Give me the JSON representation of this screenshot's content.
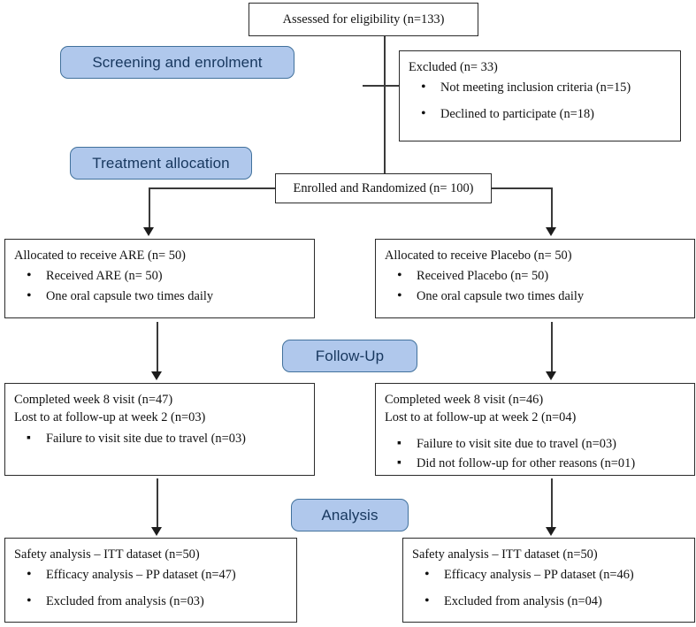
{
  "diagram": {
    "title": "CONSORT participant flow diagram",
    "colors": {
      "pill_fill": "#b0c8ec",
      "pill_border": "#41719c",
      "pill_text": "#17375e",
      "box_border": "#2b2b2b",
      "connector": "#3a3a3a"
    }
  },
  "stages": {
    "screening": "Screening and enrolment",
    "allocation": "Treatment allocation",
    "followup": "Follow-Up",
    "analysis": "Analysis"
  },
  "boxes": {
    "assessed": {
      "heading": "Assessed for eligibility (n=133)"
    },
    "excluded": {
      "heading": "Excluded (n= 33)",
      "items": [
        "Not meeting inclusion criteria (n=15)",
        "Declined to participate (n=18)"
      ]
    },
    "randomized": {
      "heading": "Enrolled and Randomized (n= 100)"
    },
    "alloc_left": {
      "heading": "Allocated to receive ARE (n= 50)",
      "items": [
        "Received ARE (n= 50)",
        "One oral capsule two times daily"
      ]
    },
    "alloc_right": {
      "heading": "Allocated to receive Placebo (n= 50)",
      "items": [
        "Received Placebo (n= 50)",
        "One oral capsule two times daily"
      ]
    },
    "follow_left": {
      "line1": "Completed week 8 visit (n=47)",
      "line2": "Lost to at follow-up at week 2 (n=03)",
      "items": [
        "Failure to visit site due to travel (n=03)"
      ]
    },
    "follow_right": {
      "line1": "Completed week 8 visit (n=46)",
      "line2": "Lost to at follow-up at week 2 (n=04)",
      "items": [
        "Failure to visit site due to travel (n=03)",
        "Did not follow-up for other reasons (n=01)"
      ]
    },
    "analysis_left": {
      "heading": "Safety analysis – ITT dataset (n=50)",
      "items": [
        "Efficacy analysis – PP dataset (n=47)",
        "Excluded from analysis (n=03)"
      ]
    },
    "analysis_right": {
      "heading": "Safety analysis – ITT dataset (n=50)",
      "items": [
        "Efficacy analysis – PP dataset (n=46)",
        "Excluded from analysis (n=04)"
      ]
    }
  }
}
